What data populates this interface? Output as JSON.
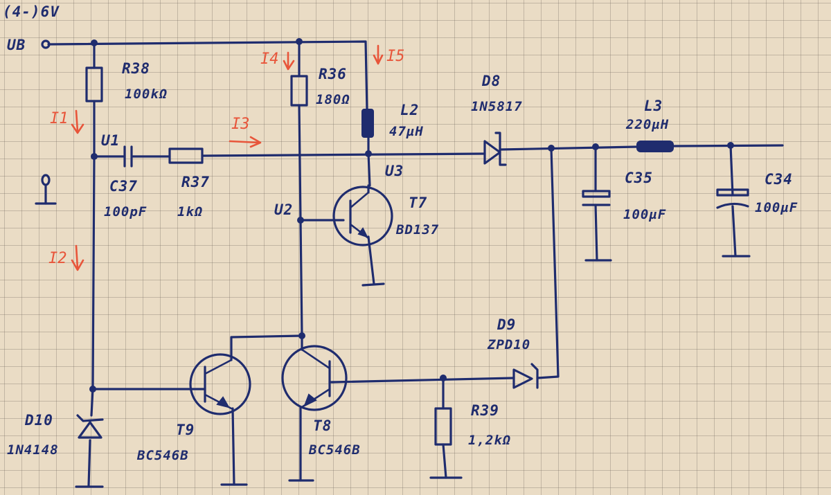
{
  "supply": {
    "range": "(4-)6V",
    "node": "UB"
  },
  "nodes": {
    "u1": "U1",
    "u2": "U2",
    "u3": "U3"
  },
  "currents": {
    "i1": "I1",
    "i2": "I2",
    "i3": "I3",
    "i4": "I4",
    "i5": "I5"
  },
  "components": {
    "r38": {
      "name": "R38",
      "value": "100kΩ"
    },
    "r36": {
      "name": "R36",
      "value": "180Ω"
    },
    "r37": {
      "name": "R37",
      "value": "1kΩ"
    },
    "r39": {
      "name": "R39",
      "value": "1,2kΩ"
    },
    "c37": {
      "name": "C37",
      "value": "100pF"
    },
    "c35": {
      "name": "C35",
      "value": "100µF"
    },
    "c34": {
      "name": "C34",
      "value": "100µF"
    },
    "l2": {
      "name": "L2",
      "value": "47µH"
    },
    "l3": {
      "name": "L3",
      "value": "220µH"
    },
    "d8": {
      "name": "D8",
      "value": "1N5817"
    },
    "d9": {
      "name": "D9",
      "value": "ZPD10"
    },
    "d10": {
      "name": "D10",
      "value": "1N4148"
    },
    "t7": {
      "name": "T7",
      "value": "BD137"
    },
    "t8": {
      "name": "T8",
      "value": "BC546B"
    },
    "t9": {
      "name": "T9",
      "value": "BC546B"
    }
  },
  "colors": {
    "ink": "#1f2c6e",
    "current_annotation": "#e8553a",
    "paper": "#eadcc5"
  }
}
